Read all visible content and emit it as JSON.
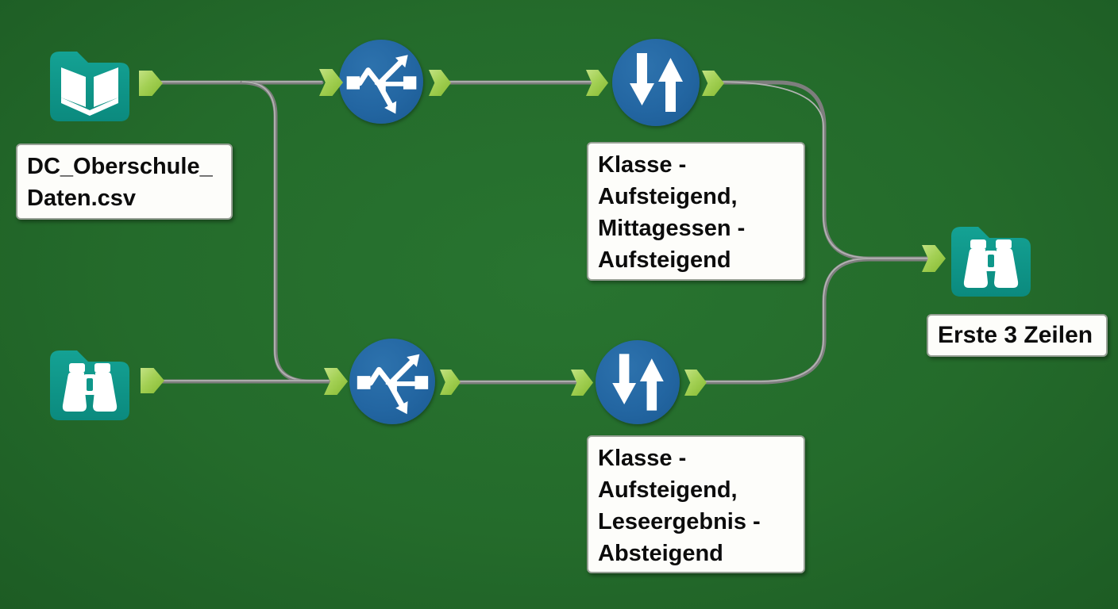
{
  "app": {
    "type": "workflow-canvas",
    "background_color": "#246b2b"
  },
  "colors": {
    "canvas_green": "#246b2b",
    "tool_teal": "#0e978a",
    "tool_blue": "#2366a2",
    "anchor_green": "#a3d054",
    "wire_gray": "#8a8a8a",
    "annotation_bg": "#fdfdfa",
    "annotation_text": "#0c0c0c"
  },
  "nodes": {
    "input_data": {
      "icon": "open-book-icon",
      "label_lines": [
        "DC_Oberschule_",
        "Daten.csv"
      ]
    },
    "browse_left": {
      "icon": "binoculars-icon"
    },
    "select_top": {
      "icon": "select-arrows-icon"
    },
    "select_bottom": {
      "icon": "select-arrows-icon"
    },
    "sort_top": {
      "icon": "sort-arrows-icon",
      "label_lines": [
        "Klasse -",
        "Aufsteigend,",
        "Mittagessen -",
        "Aufsteigend"
      ]
    },
    "sort_bottom": {
      "icon": "sort-arrows-icon",
      "label_lines": [
        "Klasse -",
        "Aufsteigend,",
        "Leseergebnis -",
        "Absteigend"
      ]
    },
    "browse_right": {
      "icon": "binoculars-icon",
      "label_lines": [
        "Erste 3 Zeilen"
      ]
    }
  }
}
